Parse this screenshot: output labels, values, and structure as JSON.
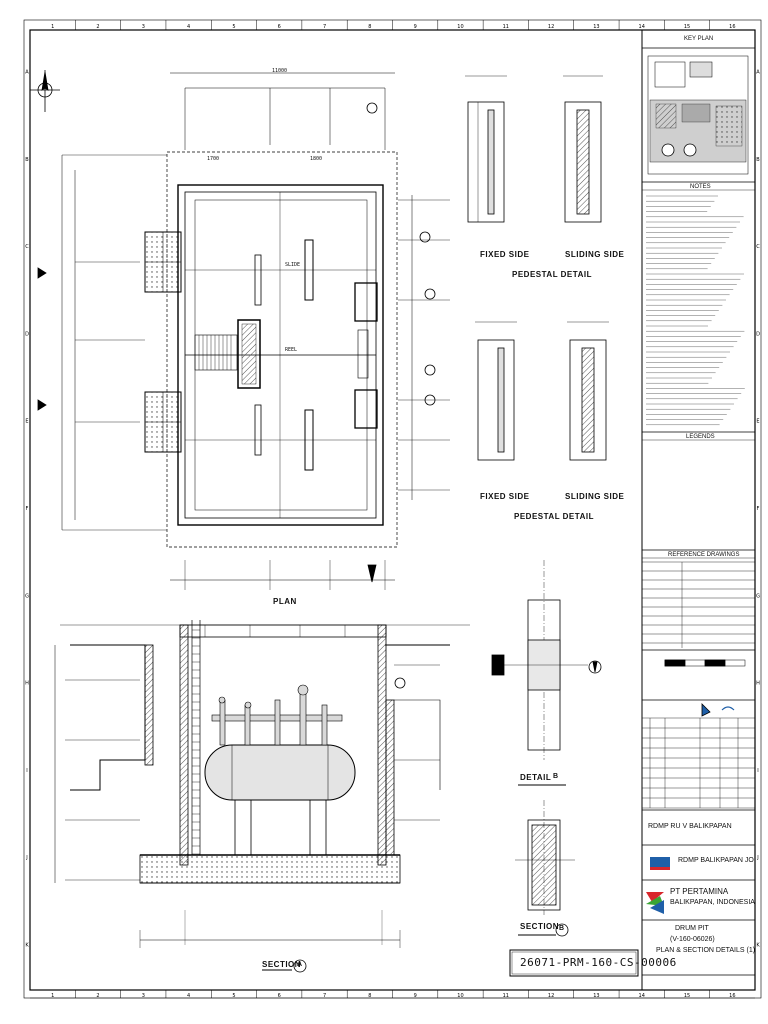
{
  "border": {
    "col_numbers": [
      "1",
      "2",
      "3",
      "4",
      "5",
      "6",
      "7",
      "8",
      "9",
      "10",
      "11",
      "12",
      "13",
      "14",
      "15",
      "16"
    ],
    "row_letters": [
      "A",
      "B",
      "C",
      "D",
      "E",
      "F",
      "G",
      "H",
      "I",
      "J",
      "K"
    ]
  },
  "views": {
    "plan_caption": "PLAN",
    "section_a_caption": "SECTION",
    "section_a_mark": "A",
    "section_b_caption": "SECTION",
    "section_b_mark": "B",
    "detail_caption": "DETAIL",
    "detail_mark": "B",
    "pedestal_detail_1": "PEDESTAL DETAIL",
    "pedestal_detail_2": "PEDESTAL DETAIL",
    "fixed_side_1": "FIXED SIDE",
    "sliding_side_1": "SLIDING SIDE",
    "fixed_side_2": "FIXED SIDE",
    "sliding_side_2": "SLIDING SIDE",
    "plan_labels": {
      "top_dim_total": "11000",
      "dim_a": "1700",
      "dim_b": "1800",
      "tag_slide": "SLIDE",
      "tag_reel": "REEL"
    }
  },
  "title_block": {
    "key_plan": "KEY PLAN",
    "notes_header": "NOTES",
    "legends_header": "LEGENDS",
    "reference_header": "REFERENCE DRAWINGS",
    "project": "RDMP RU V BALIKPAPAN",
    "contractor": "RDMP BALIKPAPAN JO",
    "owner_line1": "PT PERTAMINA",
    "owner_line2": "BALIKPAPAN, INDONESIA",
    "title_line1": "DRUM PIT",
    "title_line2": "(V-160-06026)",
    "title_line3": "PLAN & SECTION DETAILS (1)",
    "drawing_number": "26071-PRM-160-CS-00006"
  },
  "colors": {
    "line": "#000000",
    "hatch": "#555555",
    "fill_light": "#d9d9d9",
    "logo_red": "#d8262b",
    "logo_green": "#3aa535",
    "logo_blue": "#1f5fa8"
  }
}
